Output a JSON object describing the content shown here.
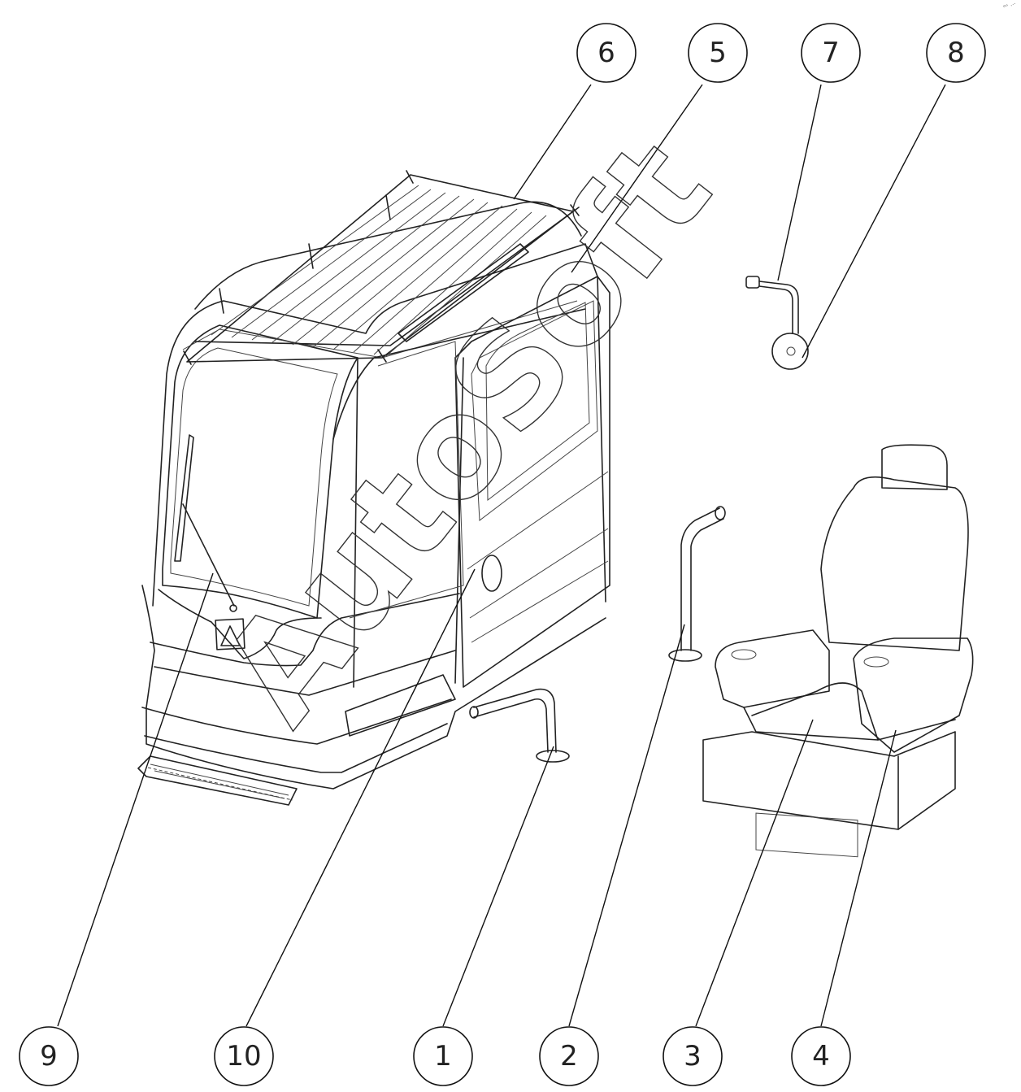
{
  "watermark": "AutoSoft",
  "corner_mark": "°ⁿ …",
  "balloons": [
    {
      "id": "6",
      "label": "6"
    },
    {
      "id": "5",
      "label": "5"
    },
    {
      "id": "7",
      "label": "7"
    },
    {
      "id": "8",
      "label": "8"
    },
    {
      "id": "9",
      "label": "9"
    },
    {
      "id": "10",
      "label": "10"
    },
    {
      "id": "1",
      "label": "1"
    },
    {
      "id": "2",
      "label": "2"
    },
    {
      "id": "3",
      "label": "3"
    },
    {
      "id": "4",
      "label": "4"
    }
  ],
  "parts": [
    "cab",
    "roof-rack",
    "door",
    "windshield-wiper",
    "step-plate",
    "handrail-short",
    "handrail-tall",
    "mirror",
    "operator-seat",
    "armrest"
  ]
}
